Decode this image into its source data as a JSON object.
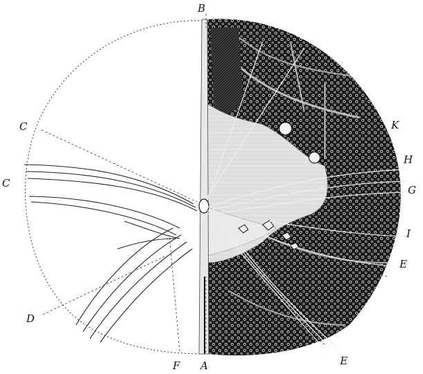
{
  "labels": {
    "A": "A",
    "B": "B",
    "C_upper": "C",
    "C_left": "C",
    "D": "D",
    "E_lower": "E",
    "E_right": "E",
    "F": "F",
    "G": "G",
    "H": "H",
    "I": "I",
    "K": "K"
  },
  "colors": {
    "ink": "#111111",
    "paper": "#ffffff",
    "grey_matter": "#dcdcdc"
  }
}
